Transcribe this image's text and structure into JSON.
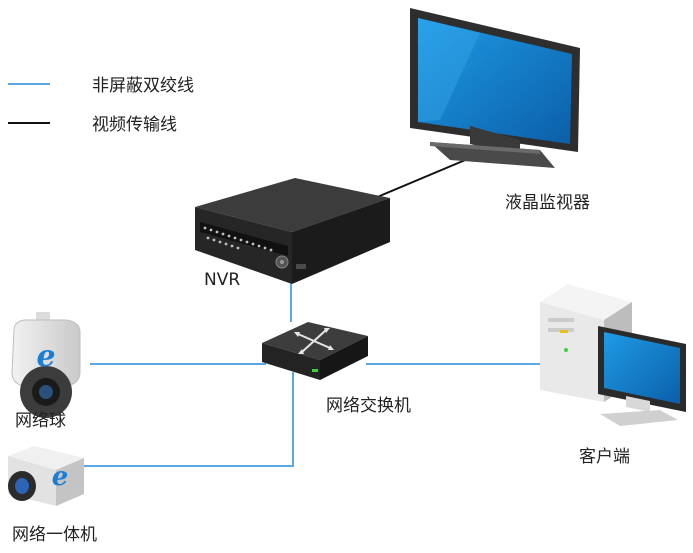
{
  "legend": {
    "items": [
      {
        "label": "非屏蔽双绞线",
        "line_color": "#5aa9e6"
      },
      {
        "label": "视频传输线",
        "line_color": "#111111"
      }
    ]
  },
  "nodes": {
    "monitor": {
      "label": "液晶监视器"
    },
    "nvr": {
      "label": "NVR"
    },
    "switch": {
      "label": "网络交换机"
    },
    "client": {
      "label": "客户端"
    },
    "dome_camera": {
      "label": "网络球"
    },
    "box_camera": {
      "label": "网络一体机"
    }
  },
  "connections": [
    {
      "from": "nvr",
      "to": "monitor",
      "type": "视频传输线"
    },
    {
      "from": "nvr",
      "to": "switch",
      "type": "非屏蔽双绞线"
    },
    {
      "from": "dome_camera",
      "to": "switch",
      "type": "非屏蔽双绞线"
    },
    {
      "from": "box_camera",
      "to": "switch",
      "type": "非屏蔽双绞线"
    },
    {
      "from": "switch",
      "to": "client",
      "type": "非屏蔽双绞线"
    }
  ],
  "colors": {
    "utp_line": "#5aa9e6",
    "video_line": "#111111",
    "screen_blue": "#1a8fd8",
    "device_dark": "#2b2b2b"
  }
}
